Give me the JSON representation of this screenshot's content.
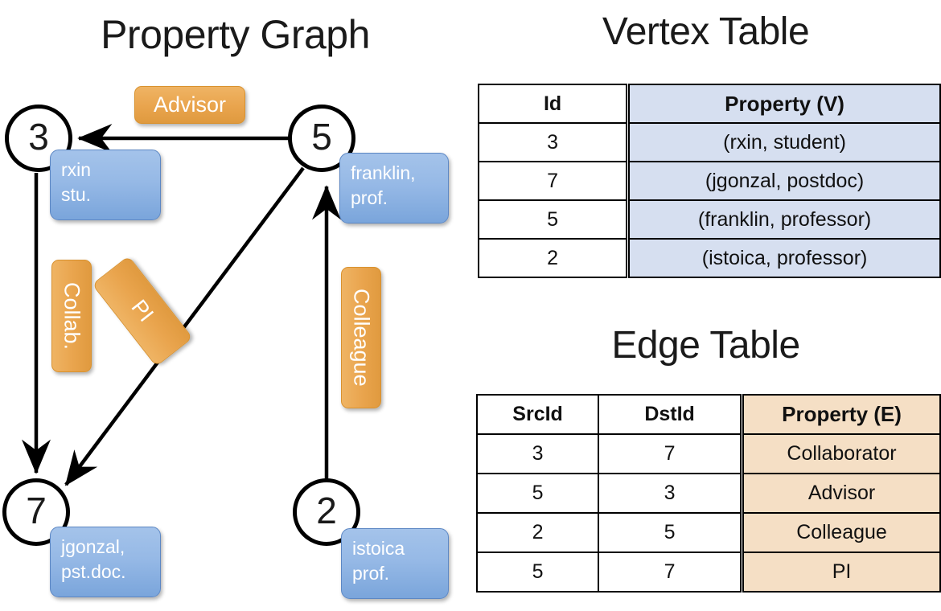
{
  "left_panel": {
    "title": "Property Graph",
    "nodes": [
      {
        "id": "3",
        "name": "node-3"
      },
      {
        "id": "5",
        "name": "node-5"
      },
      {
        "id": "7",
        "name": "node-7"
      },
      {
        "id": "2",
        "name": "node-2"
      }
    ],
    "vertex_boxes": [
      {
        "line1": "rxin",
        "line2": "stu."
      },
      {
        "line1": "franklin,",
        "line2": "prof."
      },
      {
        "line1": "jgonzal,",
        "line2": "pst.doc."
      },
      {
        "line1": "istoica",
        "line2": "prof."
      }
    ],
    "edge_labels": {
      "advisor": "Advisor",
      "collab": "Collab.",
      "pi": "PI",
      "colleague": "Colleague"
    },
    "edges": [
      {
        "from": "5",
        "to": "3",
        "label": "Advisor"
      },
      {
        "from": "3",
        "to": "7",
        "label": "Collab."
      },
      {
        "from": "5",
        "to": "7",
        "label": "PI"
      },
      {
        "from": "2",
        "to": "5",
        "label": "Colleague"
      }
    ]
  },
  "vertex_table": {
    "title": "Vertex Table",
    "headers": [
      "Id",
      "Property (V)"
    ],
    "rows": [
      {
        "id": "3",
        "property": "(rxin, student)"
      },
      {
        "id": "7",
        "property": "(jgonzal, postdoc)"
      },
      {
        "id": "5",
        "property": "(franklin, professor)"
      },
      {
        "id": "2",
        "property": "(istoica, professor)"
      }
    ]
  },
  "edge_table": {
    "title": "Edge Table",
    "headers": [
      "SrcId",
      "DstId",
      "Property (E)"
    ],
    "rows": [
      {
        "src": "3",
        "dst": "7",
        "property": "Collaborator"
      },
      {
        "src": "5",
        "dst": "3",
        "property": "Advisor"
      },
      {
        "src": "2",
        "dst": "5",
        "property": "Colleague"
      },
      {
        "src": "5",
        "dst": "7",
        "property": "PI"
      }
    ]
  },
  "colors": {
    "vertex_header_fill": "#d6dff0",
    "edge_header_fill": "#f5dfc5",
    "node_box_blue": "#96b9e6",
    "edge_label_orange": "#e9a44d",
    "stroke": "#000000"
  }
}
